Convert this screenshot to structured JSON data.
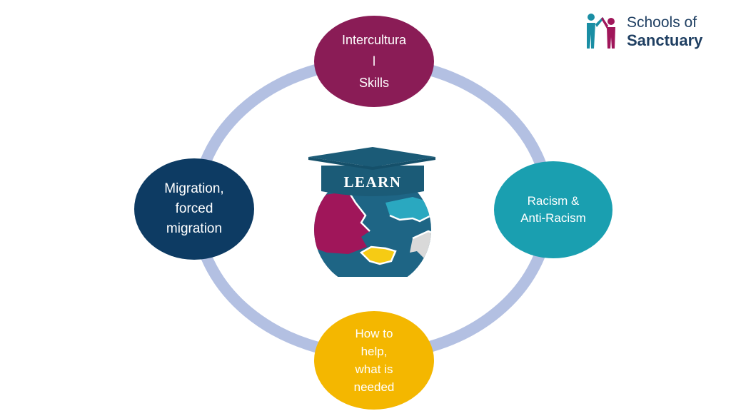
{
  "logo": {
    "line1": "Schools of",
    "line2": "Sanctuary"
  },
  "cycle": {
    "top_node": {
      "lines": [
        "Intercultura",
        "l",
        "Skills"
      ]
    },
    "left_node": {
      "lines": [
        "Migration,",
        "forced",
        "migration"
      ]
    },
    "right_node": {
      "lines": [
        "Racism &",
        "Anti-Racism"
      ]
    },
    "bottom_node": {
      "lines": [
        "How to",
        "help,",
        "what is",
        "needed"
      ]
    }
  },
  "center": {
    "banner_label": "LEARN"
  },
  "colors": {
    "ring": "#b3c0e2",
    "intercultural": "#8a1c56",
    "migration": "#0d3b63",
    "racism": "#1a9fb0",
    "help": "#f4b700",
    "globe_ocean": "#1e6585",
    "cap": "#1b5b77"
  },
  "icons": {
    "logo_mark": "two-figures-house-icon",
    "center": "graduation-cap-globe-icon"
  }
}
